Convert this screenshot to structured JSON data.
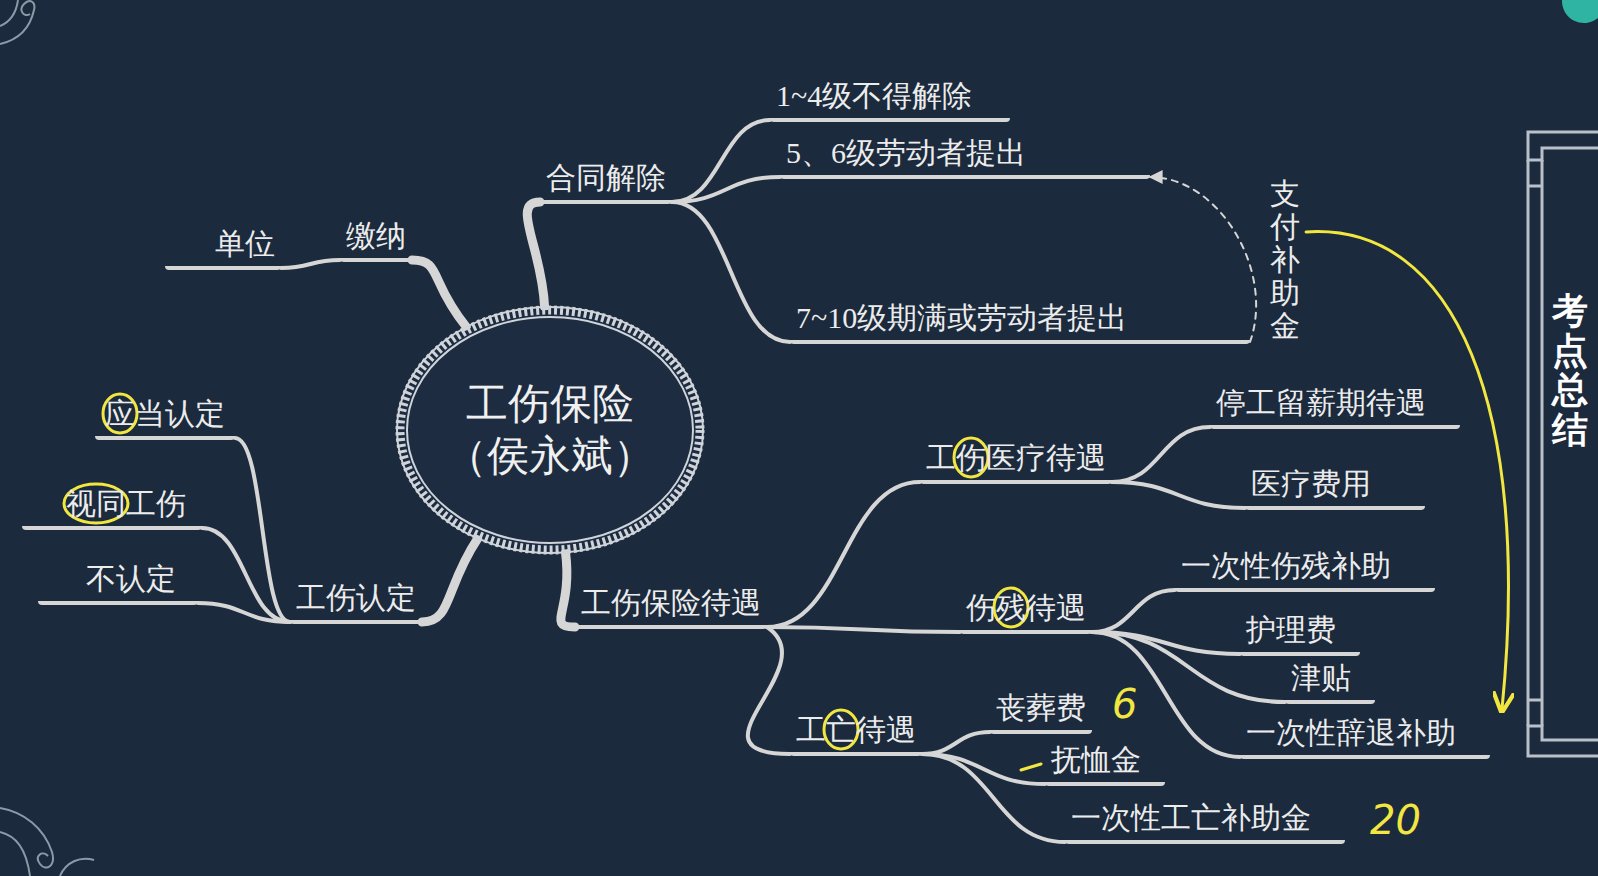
{
  "diagram": {
    "nodes": [
      {
        "text": [
          "工伤保险",
          "（侯永斌）"
        ]
      },
      {
        "text": [
          "缴纳"
        ]
      },
      {
        "text": [
          "单位"
        ]
      },
      {
        "text": [
          "合同解除"
        ]
      },
      {
        "text": [
          "1~4级不得解除"
        ]
      },
      {
        "text": [
          "5、6级劳动者提出"
        ]
      },
      {
        "text": [
          "7~10级期满或劳动者提出"
        ]
      },
      {
        "text": [
          "工伤认定"
        ]
      },
      {
        "text": [
          "应当认定"
        ]
      },
      {
        "text": [
          "视同工伤"
        ]
      },
      {
        "text": [
          "不认定"
        ]
      },
      {
        "text": [
          "工伤保险待遇"
        ]
      },
      {
        "text": [
          "工伤医疗待遇"
        ]
      },
      {
        "text": [
          "停工留薪期待遇"
        ]
      },
      {
        "text": [
          "医疗费用"
        ]
      },
      {
        "text": [
          "伤残待遇"
        ]
      },
      {
        "text": [
          "一次性伤残补助"
        ]
      },
      {
        "text": [
          "护理费"
        ]
      },
      {
        "text": [
          "津贴"
        ]
      },
      {
        "text": [
          "一次性辞退补助"
        ]
      },
      {
        "text": [
          "工亡待遇"
        ]
      },
      {
        "text": [
          "丧葬费"
        ]
      },
      {
        "text": [
          "抚恤金"
        ]
      },
      {
        "text": [
          "一次性工亡补助金"
        ]
      }
    ],
    "edges": [
      {
        "from": 0,
        "to": 1,
        "arrow": "none"
      },
      {
        "from": 1,
        "to": 2,
        "arrow": "none"
      },
      {
        "from": 0,
        "to": 3,
        "arrow": "none"
      },
      {
        "from": 3,
        "to": 4,
        "arrow": "none"
      },
      {
        "from": 3,
        "to": 5,
        "arrow": "none"
      },
      {
        "from": 3,
        "to": 6,
        "arrow": "none"
      },
      {
        "from": 6,
        "to": 5,
        "label": "支付补助金",
        "arrow": "to"
      },
      {
        "from": 0,
        "to": 7,
        "arrow": "none"
      },
      {
        "from": 7,
        "to": 8,
        "arrow": "none"
      },
      {
        "from": 7,
        "to": 9,
        "arrow": "none"
      },
      {
        "from": 7,
        "to": 10,
        "arrow": "none"
      },
      {
        "from": 0,
        "to": 11,
        "arrow": "none"
      },
      {
        "from": 11,
        "to": 12,
        "arrow": "none"
      },
      {
        "from": 12,
        "to": 13,
        "arrow": "none"
      },
      {
        "from": 12,
        "to": 14,
        "arrow": "none"
      },
      {
        "from": 11,
        "to": 15,
        "arrow": "none"
      },
      {
        "from": 15,
        "to": 16,
        "arrow": "none"
      },
      {
        "from": 15,
        "to": 17,
        "arrow": "none"
      },
      {
        "from": 15,
        "to": 18,
        "arrow": "none"
      },
      {
        "from": 15,
        "to": 19,
        "arrow": "none"
      },
      {
        "from": 11,
        "to": 20,
        "arrow": "none"
      },
      {
        "from": 20,
        "to": 21,
        "arrow": "none"
      },
      {
        "from": 20,
        "to": 22,
        "arrow": "none"
      },
      {
        "from": 20,
        "to": 23,
        "arrow": "none"
      }
    ],
    "labels": [
      "6",
      "20",
      "考点总结"
    ]
  }
}
